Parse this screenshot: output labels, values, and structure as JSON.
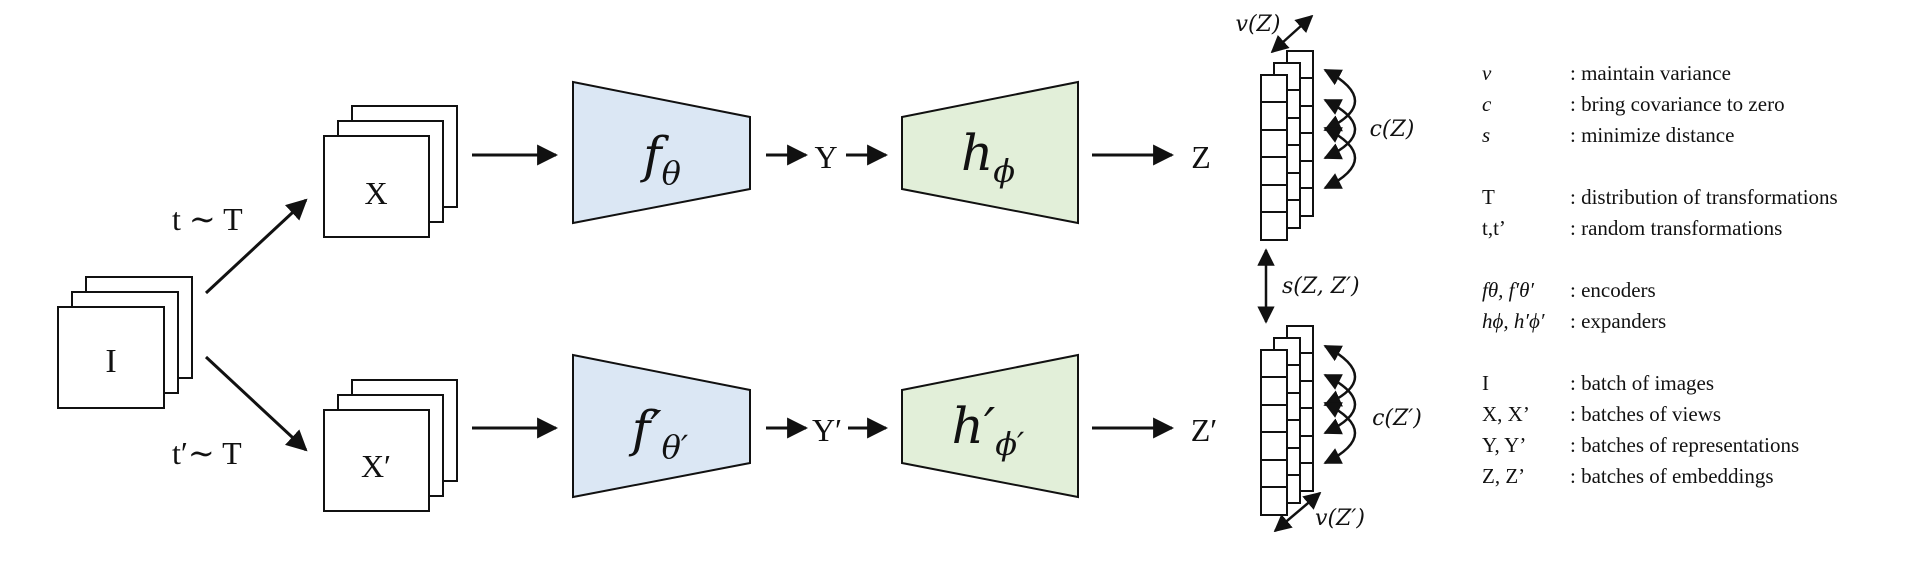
{
  "top": {
    "input": "I",
    "aug": "t ∼ T",
    "view": "X",
    "enc_main": "f",
    "enc_sub": "θ",
    "rep": "Y",
    "exp_main": "h",
    "exp_sub": "ϕ",
    "emb": "Z",
    "variance": "v(Z)",
    "covariance": "c(Z)"
  },
  "bottom": {
    "aug": "t′∼ T",
    "view": "X′",
    "enc_main": "f′",
    "enc_sub": "θ′",
    "rep": "Y′",
    "exp_main": "h′",
    "exp_sub": "ϕ′",
    "emb": "Z′",
    "variance": "v(Z′)",
    "covariance": "c(Z′)"
  },
  "distance": "s(Z, Z′)",
  "legend": [
    {
      "sym": "v",
      "desc": ": maintain  variance"
    },
    {
      "sym": "c",
      "desc": ": bring covariance to zero"
    },
    {
      "sym": "s",
      "desc": ": minimize  distance"
    },
    {
      "sym": "T",
      "desc": ": distribution of transformations"
    },
    {
      "sym": "t,t’",
      "desc": ": random transformations"
    },
    {
      "sym": "fθ, f′θ′",
      "desc": ": encoders"
    },
    {
      "sym": "hϕ, h′ϕ′",
      "desc": ": expanders"
    },
    {
      "sym": "I",
      "desc": ": batch  of images"
    },
    {
      "sym": "X, X’",
      "desc": ": batches of views"
    },
    {
      "sym": "Y, Y’",
      "desc": ": batches of representations"
    },
    {
      "sym": "Z, Z’",
      "desc": ": batches  of embeddings"
    }
  ],
  "colors": {
    "encoder_fill": "#dbe7f4",
    "expander_fill": "#e2efd9",
    "stroke": "#111111"
  }
}
